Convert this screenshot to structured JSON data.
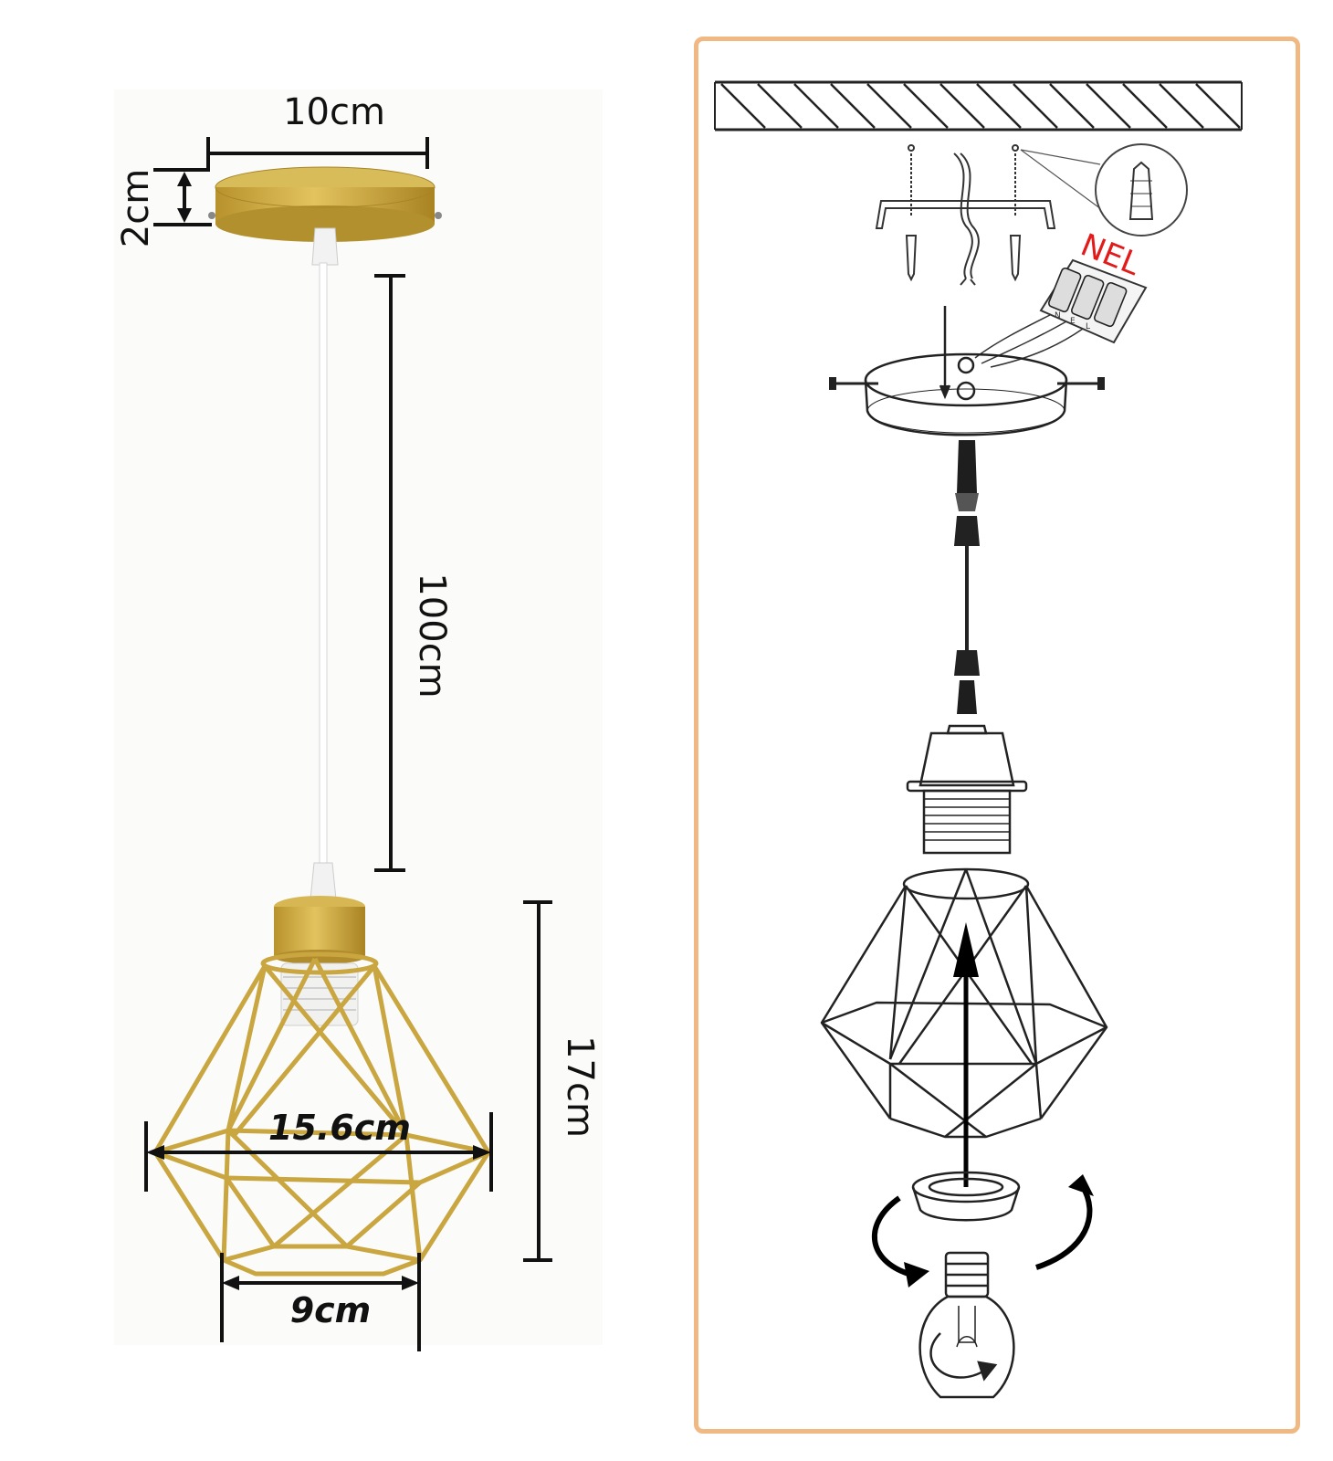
{
  "dimensions": {
    "canopy_diameter": "10cm",
    "canopy_height": "2cm",
    "cable_length": "100cm",
    "shade_height": "17cm",
    "shade_width": "15.6cm",
    "shade_bottom": "9cm"
  },
  "wiring": {
    "label": "NEL",
    "terminals": [
      "N",
      "E",
      "L"
    ]
  },
  "colors": {
    "gold": "#c9a640",
    "frame_border": "#f0b882",
    "wiring_label": "#e21a1a"
  }
}
